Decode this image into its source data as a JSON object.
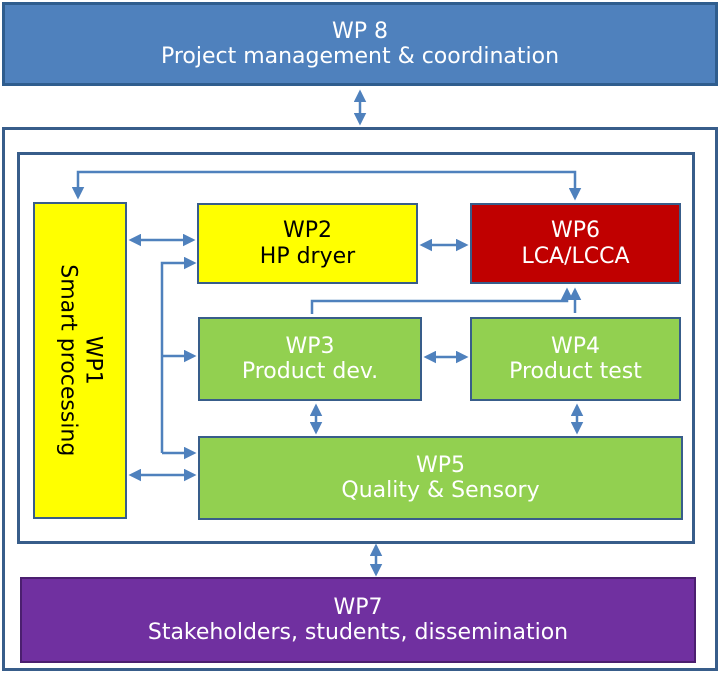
{
  "wp8": {
    "line1": "WP 8",
    "line2": "Project management & coordination"
  },
  "wp1": {
    "line1": "WP1",
    "line2": "Smart processing"
  },
  "wp2": {
    "line1": "WP2",
    "line2": "HP dryer"
  },
  "wp6": {
    "line1": "WP6",
    "line2": "LCA/LCCA"
  },
  "wp3": {
    "line1": "WP3",
    "line2": "Product dev."
  },
  "wp4": {
    "line1": "WP4",
    "line2": "Product test"
  },
  "wp5": {
    "line1": "WP5",
    "line2": "Quality & Sensory"
  },
  "wp7": {
    "line1": "WP7",
    "line2": "Stakeholders, students, dissemination"
  },
  "colors": {
    "blue": "#4f81bd",
    "yellow": "#ffff00",
    "red": "#c00000",
    "green": "#92d050",
    "purple": "#7030a0",
    "connector": "#4f81bd"
  }
}
